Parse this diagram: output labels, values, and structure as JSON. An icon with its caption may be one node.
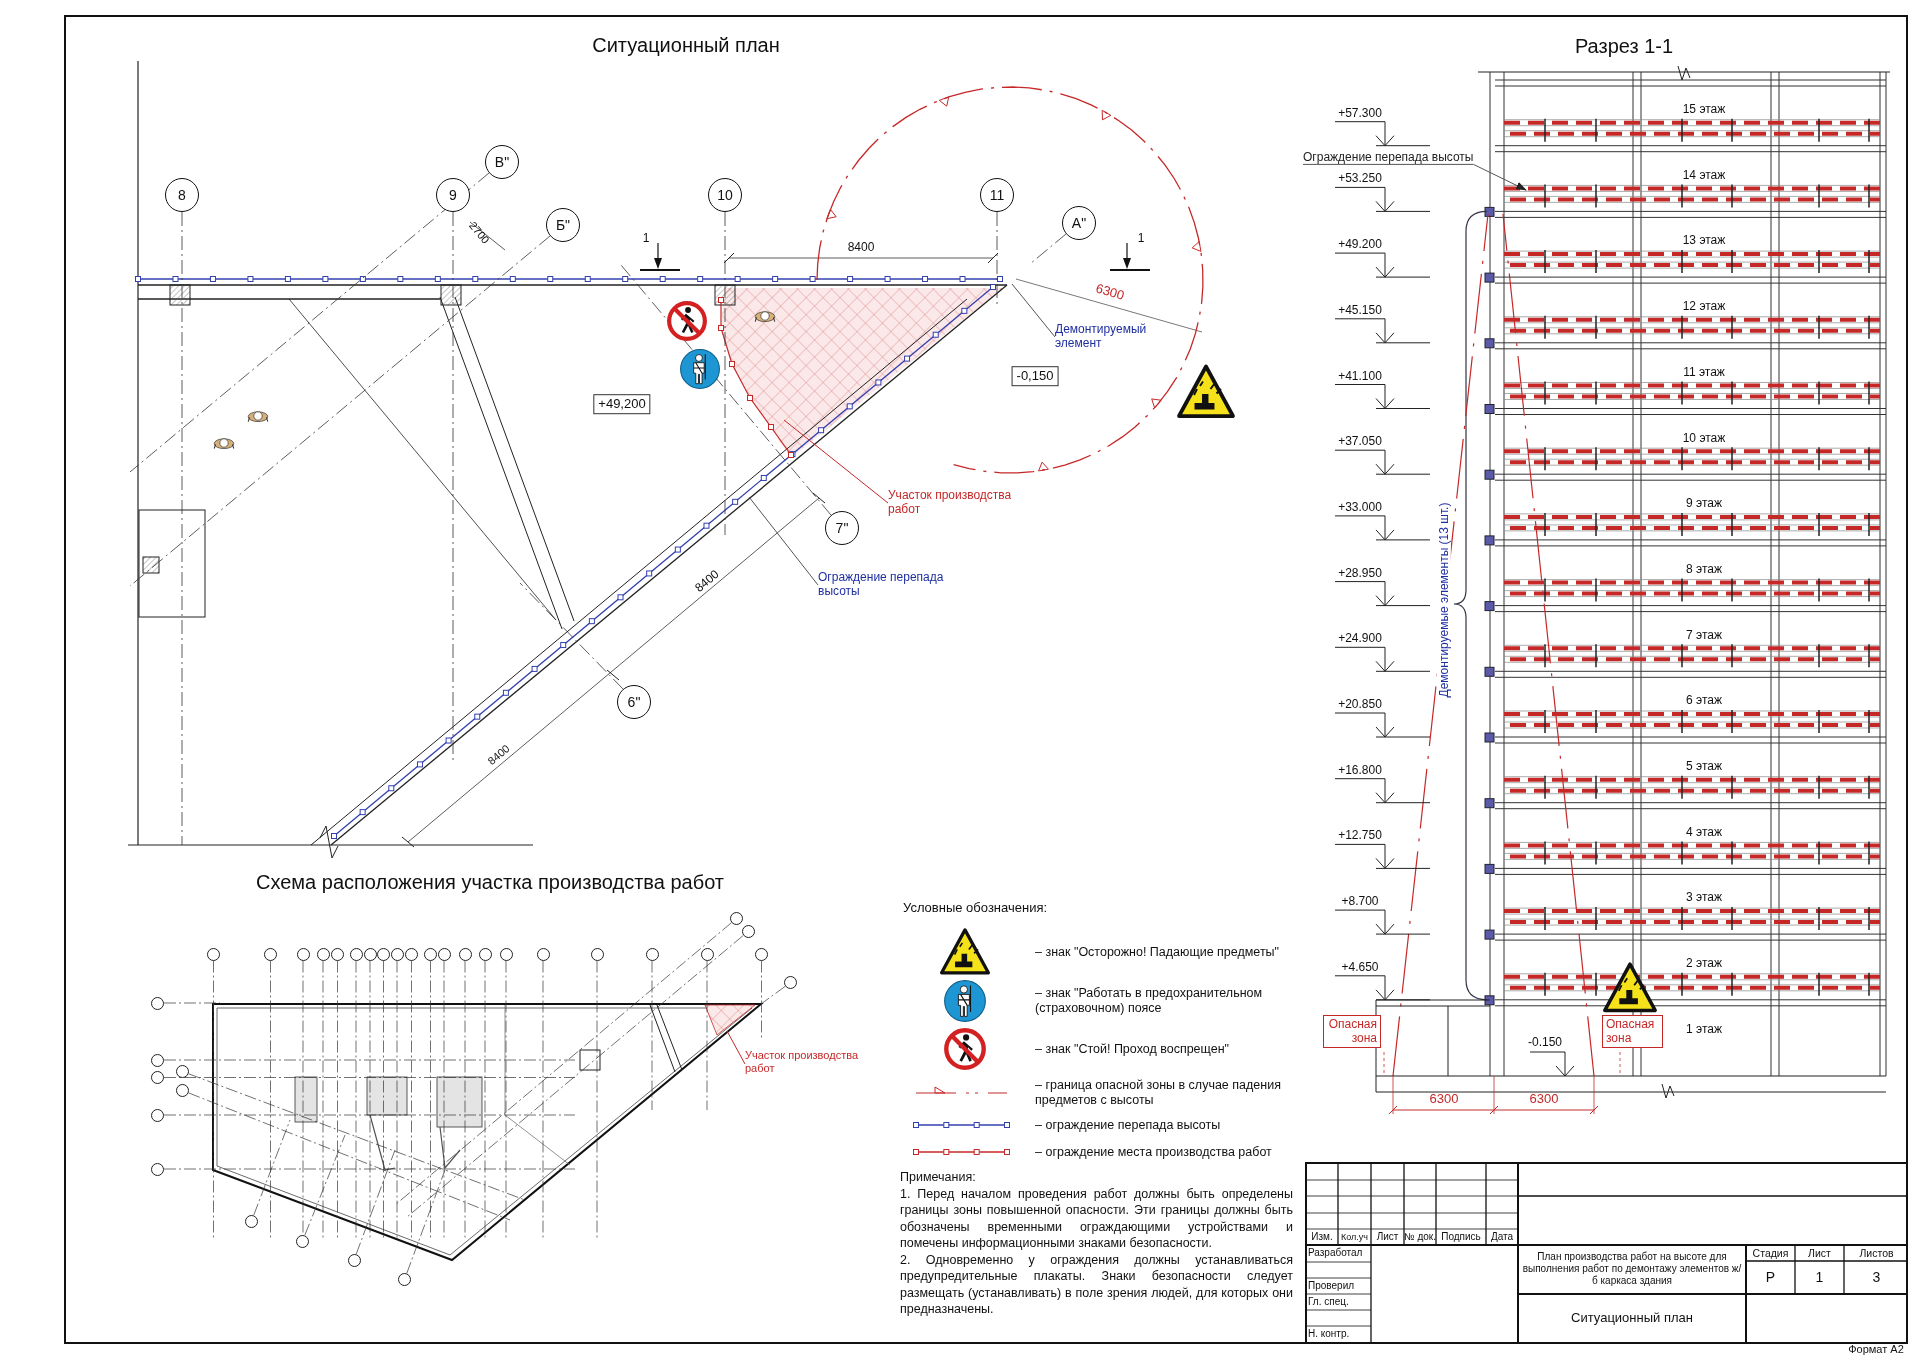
{
  "diagram": {
    "nodes": [
      {
        "text": [
          "8"
        ]
      },
      {
        "text": [
          "9"
        ]
      },
      {
        "text": [
          "10"
        ]
      },
      {
        "text": [
          "11"
        ]
      },
      {
        "text": [
          "В\""
        ]
      },
      {
        "text": [
          "Б\""
        ]
      },
      {
        "text": [
          "А\""
        ]
      },
      {
        "text": [
          "7\""
        ]
      },
      {
        "text": [
          "6\""
        ]
      },
      {
        "text": [
          "+49,200"
        ]
      },
      {
        "text": [
          "-0,150"
        ]
      },
      {
        "text": [
          "Демонтируемый элемент"
        ]
      },
      {
        "text": [
          "Участок производства работ"
        ]
      },
      {
        "text": [
          "Ограждение перепада высоты"
        ]
      },
      {
        "text": [
          "Ограждение перепада высоты"
        ]
      },
      {
        "text": [
          "Опасная зона"
        ]
      },
      {
        "text": [
          "Опасная зона"
        ]
      },
      {
        "text": [
          "Участок производства работ"
        ]
      },
      {
        "text": [],
        "shape": "circle"
      },
      {
        "text": [],
        "shape": "circle"
      },
      {
        "text": [],
        "shape": "circle"
      },
      {
        "text": [],
        "shape": "circle"
      },
      {
        "text": [],
        "shape": "circle"
      },
      {
        "text": [],
        "shape": "circle"
      },
      {
        "text": [],
        "shape": "circle"
      },
      {
        "text": [],
        "shape": "circle"
      },
      {
        "text": [],
        "shape": "circle"
      },
      {
        "text": [],
        "shape": "circle"
      },
      {
        "text": [],
        "shape": "circle"
      },
      {
        "text": [],
        "shape": "circle"
      },
      {
        "text": [],
        "shape": "circle"
      },
      {
        "text": [],
        "shape": "circle"
      },
      {
        "text": [],
        "shape": "circle"
      },
      {
        "text": [],
        "shape": "circle"
      },
      {
        "text": [],
        "shape": "circle"
      },
      {
        "text": [],
        "shape": "circle"
      },
      {
        "text": [],
        "shape": "circle"
      },
      {
        "text": [],
        "shape": "circle"
      },
      {
        "text": [],
        "shape": "circle"
      },
      {
        "text": [],
        "shape": "circle"
      },
      {
        "text": [],
        "shape": "circle"
      },
      {
        "text": [],
        "shape": "circle"
      },
      {
        "text": [],
        "shape": "circle"
      },
      {
        "text": [],
        "shape": "circle"
      },
      {
        "text": [],
        "shape": "circle"
      },
      {
        "text": [],
        "shape": "circle"
      },
      {
        "text": [],
        "shape": "circle"
      },
      {
        "text": [],
        "shape": "circle"
      },
      {
        "text": [],
        "shape": "circle"
      },
      {
        "text": [],
        "shape": "circle"
      },
      {
        "text": [],
        "shape": "circle"
      },
      {
        "text": [],
        "shape": "circle"
      }
    ],
    "edges": [
      {
        "from": 11,
        "to": null,
        "arrow": "none"
      },
      {
        "from": 12,
        "to": null,
        "arrow": "none",
        "color": "#c62828"
      },
      {
        "from": 13,
        "to": null,
        "arrow": "none"
      },
      {
        "from": 14,
        "to": null,
        "arrow": "to"
      },
      {
        "from": 17,
        "to": null,
        "arrow": "none",
        "color": "#c62828"
      }
    ],
    "labels": [
      "Ситуационный план",
      "Разрез 1-1",
      "1",
      "1",
      "2700",
      "8400",
      "6300",
      "8400",
      "8400",
      "+57.300",
      "+53.250",
      "+49.200",
      "+45.150",
      "+41.100",
      "+37.050",
      "+33.000",
      "+28.950",
      "+24.900",
      "+20.850",
      "+16.800",
      "+12.750",
      "+8.700",
      "+4.650",
      "15 этаж",
      "14 этаж",
      "13 этаж",
      "12 этаж",
      "11 этаж",
      "10 этаж",
      "9 этаж",
      "8 этаж",
      "7 этаж",
      "6 этаж",
      "5 этаж",
      "4 этаж",
      "3 этаж",
      "2 этаж",
      "1 этаж",
      "-0.150",
      "6300",
      "6300",
      "Демонтируемые элементы (13 шт.)",
      "Схема расположения участка производства работ",
      "Условные обозначения:",
      "Примечания:",
      "1. Перед началом проведения работ должны быть определены границы зоны повышенной опасности. Эти границы должны быть обозначены временными ограждающими устройствами и помечены информационными знаками безопасности.",
      "2. Одновременно у ограждения должны устанавливаться предупредительные плакаты. Знаки безопасности следует размещать (устанавливать) в поле зрения людей, для которых они предназначены.",
      "Изм.",
      "Кол.уч",
      "Лист",
      "№ док.",
      "Подпись",
      "Дата",
      "Разработал",
      "Проверил",
      "Гл. спец.",
      "Н. контр.",
      "План производства работ на высоте для выполнения работ по демонтажу элементов ж/б каркаса здания",
      "Стадия",
      "Лист",
      "Листов",
      "Р",
      "1",
      "3",
      "Ситуационный план",
      "Формат А2"
    ],
    "legend": [
      {
        "text": "– знак \"Осторожно! Падающие предметы\""
      },
      {
        "text": "– знак \"Работать в предохранительном (страховочном) поясе"
      },
      {
        "text": "– знак \"Стой! Проход воспрещен\""
      },
      {
        "text": "– граница опасной зоны в случае падения предметов с высоты"
      },
      {
        "text": "– ограждение перепада высоты"
      },
      {
        "text": "– ограждение места производства работ"
      }
    ]
  }
}
